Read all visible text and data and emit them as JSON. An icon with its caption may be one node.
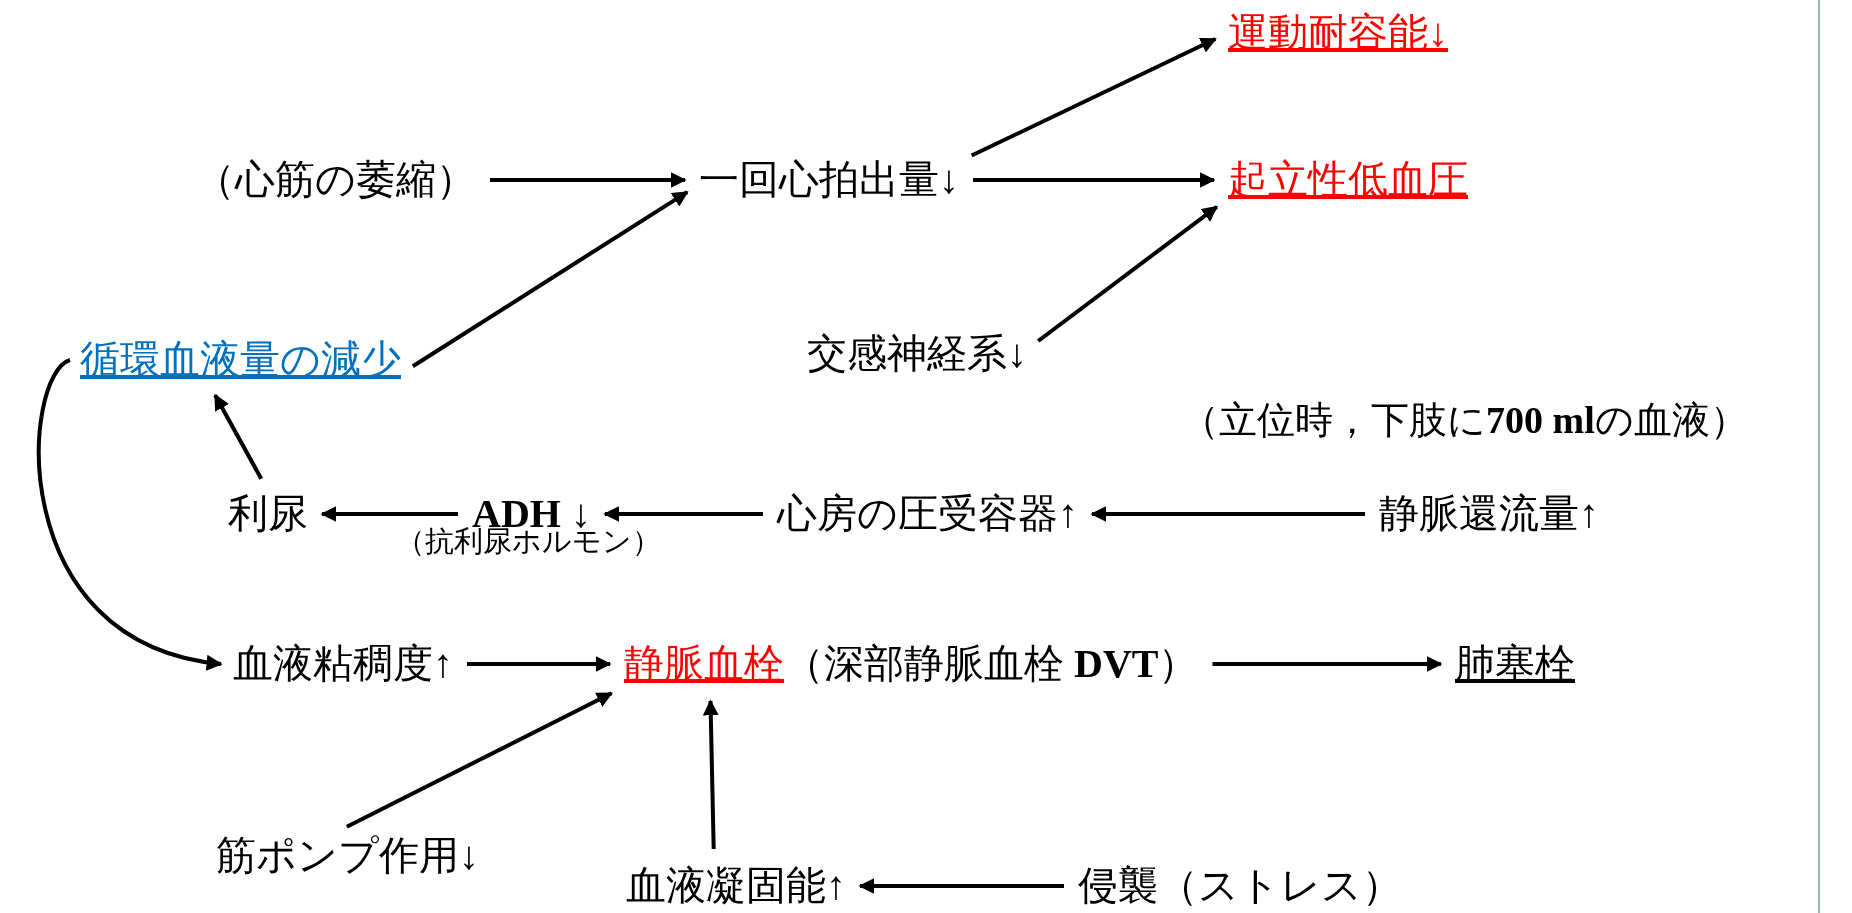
{
  "diagram": {
    "nodes": [
      {
        "text": [
          "運動耐容能↓"
        ]
      },
      {
        "text": [
          "（心筋の萎縮）"
        ]
      },
      {
        "text": [
          "一回心拍出量↓"
        ]
      },
      {
        "text": [
          "起立性低血圧"
        ]
      },
      {
        "text": [
          "循環血液量の減少"
        ]
      },
      {
        "text": [
          "交感神経系↓"
        ]
      },
      {
        "text": [
          "静脈還流量↑"
        ],
        "beside": [
          "（立位時，下肢に**700 ml**の血液）"
        ]
      },
      {
        "text": [
          "心房の圧受容器↑"
        ]
      },
      {
        "text": [
          "ADH ↓"
        ],
        "beside": [
          "（抗利尿ホルモン）"
        ]
      },
      {
        "text": [
          "利尿"
        ]
      },
      {
        "text": [
          "血液粘稠度↑"
        ]
      },
      {
        "text": [
          "静脈血栓",
          "（深部静脈血栓 **DVT**）"
        ]
      },
      {
        "text": [
          "肺塞栓"
        ]
      },
      {
        "text": [
          "筋ポンプ作用↓"
        ]
      },
      {
        "text": [
          "血液凝固能↑"
        ]
      },
      {
        "text": [
          "侵襲（ストレス）"
        ]
      }
    ],
    "edges": [
      {
        "from": 1,
        "to": 2,
        "arrow": "to"
      },
      {
        "from": 4,
        "to": 2,
        "arrow": "to"
      },
      {
        "from": 2,
        "to": 0,
        "arrow": "to"
      },
      {
        "from": 2,
        "to": 3,
        "arrow": "to"
      },
      {
        "from": 5,
        "to": 3,
        "arrow": "to"
      },
      {
        "from": 6,
        "to": 7,
        "arrow": "to"
      },
      {
        "from": 7,
        "to": 8,
        "arrow": "to"
      },
      {
        "from": 8,
        "to": 9,
        "arrow": "to"
      },
      {
        "from": 9,
        "to": 4,
        "arrow": "to"
      },
      {
        "from": 4,
        "to": 10,
        "arrow": "to"
      },
      {
        "from": 10,
        "to": 11,
        "arrow": "to"
      },
      {
        "from": 11,
        "to": 12,
        "arrow": "to"
      },
      {
        "from": 13,
        "to": 11,
        "arrow": "to"
      },
      {
        "from": 14,
        "to": 11,
        "arrow": "to"
      },
      {
        "from": 15,
        "to": 14,
        "arrow": "to"
      }
    ]
  }
}
